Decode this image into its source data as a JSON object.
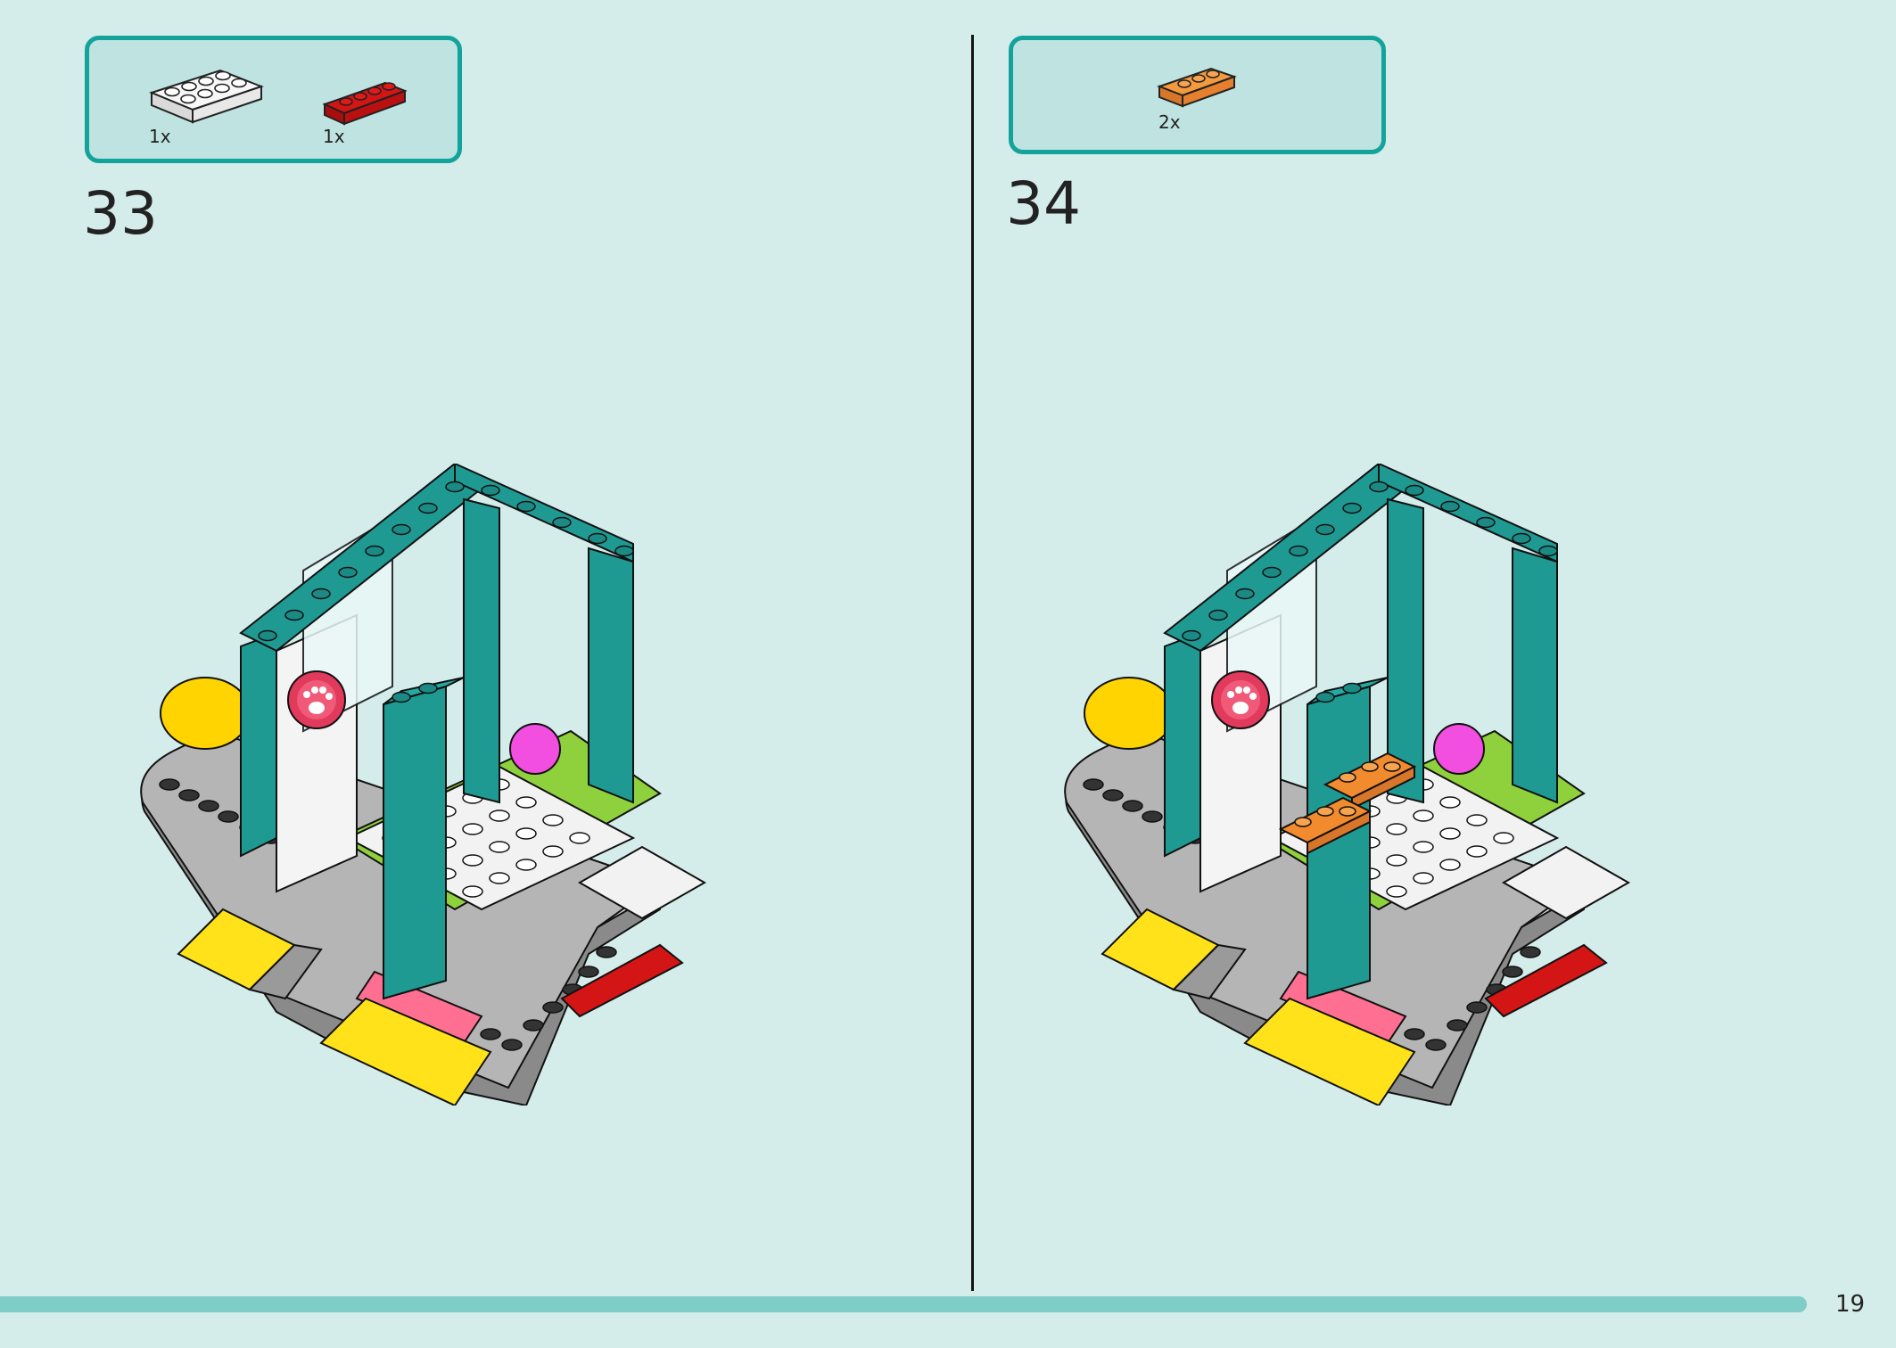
{
  "steps": [
    {
      "number": "33",
      "parts": [
        {
          "qty": "1x",
          "color": "#f4f4f4",
          "studs": "2x4"
        },
        {
          "qty": "1x",
          "color": "#cc1111",
          "studs": "1x4"
        }
      ]
    },
    {
      "number": "34",
      "parts": [
        {
          "qty": "2x",
          "color": "#f28a2e",
          "studs": "1x3"
        }
      ]
    }
  ],
  "page_number": "19",
  "colors": {
    "background": "#d4ecea",
    "frame": "#13a39c",
    "teal_brick": "#1f9a93",
    "progress": "#7fcdc7"
  }
}
